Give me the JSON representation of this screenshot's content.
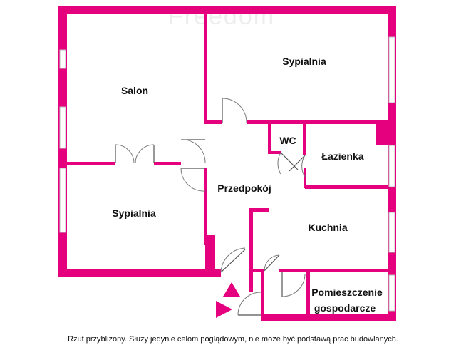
{
  "watermark": "Freedom",
  "rooms": {
    "salon": "Salon",
    "sypialnia_top": "Sypialnia",
    "sypialnia_left": "Sypialnia",
    "wc": "WC",
    "lazienka": "Łazienka",
    "przedpokoj": "Przedpokój",
    "kuchnia": "Kuchnia",
    "pomieszczenie_1": "Pomieszczenie",
    "pomieszczenie_2": "gospodarcze"
  },
  "disclaimer": "Rzut przybliżony. Służy jedynie celom poglądowym, nie może być podstawą prac budowlanych.",
  "colors": {
    "wall": "#e5007d",
    "text": "#111111"
  }
}
